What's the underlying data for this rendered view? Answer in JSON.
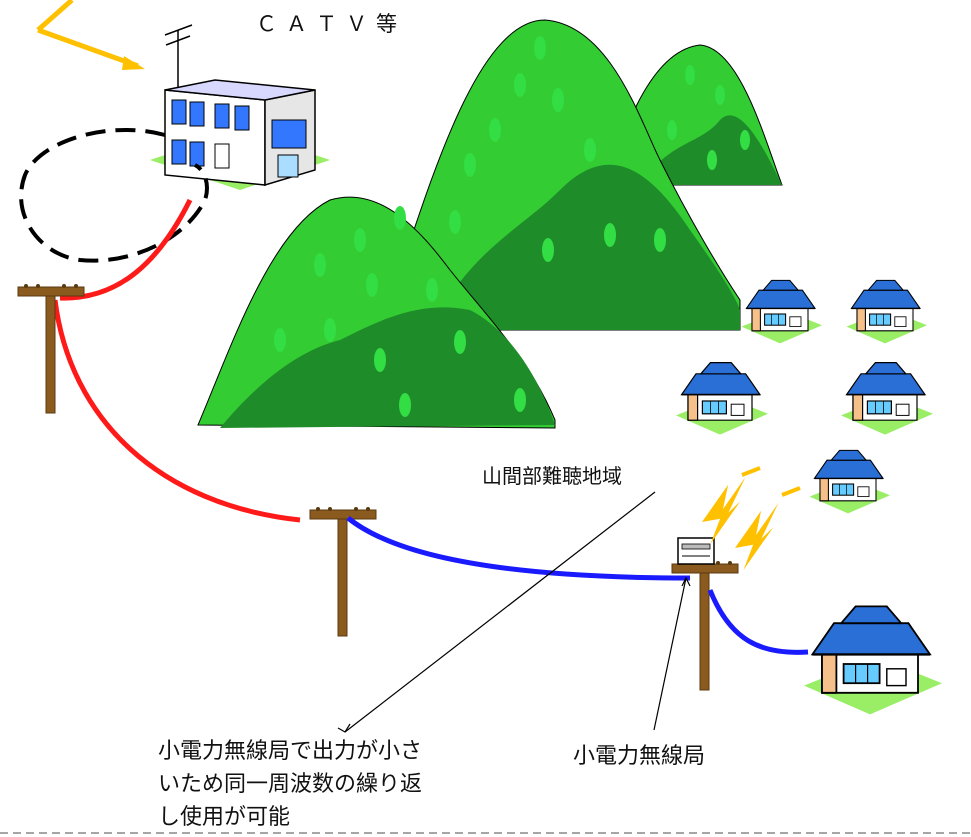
{
  "labels": {
    "catv": "ＣＡＴＶ等",
    "mountain_area": "山間部難聴地域",
    "low_power_station": "小電力無線局",
    "note_lines": [
      "小電力無線局で出力が小さ",
      "いため同一周波数の繰り返",
      "し使用が可能"
    ]
  },
  "colors": {
    "cable_red": "#ff1a1a",
    "cable_blue": "#1a1aff",
    "mountain_light": "#33cc33",
    "mountain_dark": "#1f8c2a",
    "roof": "#2a6fd6",
    "pole": "#8b5a1e",
    "wave": "#ffc000",
    "ground": "#99ee66"
  }
}
